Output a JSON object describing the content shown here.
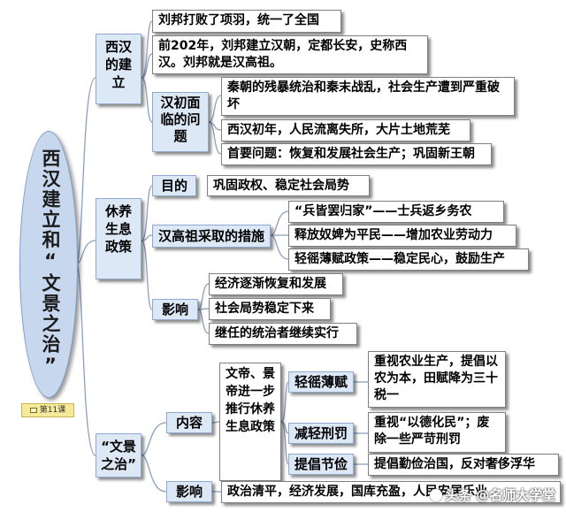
{
  "root": {
    "title": "西汉建立和“文景之治”",
    "tag": "第11课"
  },
  "branches": {
    "founding": {
      "label": "西汉的建立",
      "item1": "刘邦打败了项羽，统一了全国",
      "item2": "前202年，刘邦建立汉朝，定都长安，史称西汉。刘邦就是汉高祖。",
      "problems": {
        "label": "汉初面临的问题",
        "items": [
          "秦朝的残暴统治和秦末战乱，社会生产遭到严重破坏",
          "西汉初年，人民流离失所，大片土地荒芜",
          "首要问题：恢复和发展社会生产；巩固新王朝"
        ]
      }
    },
    "recovery": {
      "label": "休养生息政策",
      "purpose": {
        "label": "目的",
        "text": "巩固政权、稳定社会局势"
      },
      "measures": {
        "label": "汉高祖采取的措施",
        "items": [
          "“兵皆罢归家”——士兵返乡务农",
          "释放奴婢为平民——增加农业劳动力",
          "轻徭薄赋政策——稳定民心，鼓励生产"
        ]
      },
      "impact": {
        "label": "影响",
        "items": [
          "经济逐渐恢复和发展",
          "社会局势稳定下来",
          "继任的统治者继续实行"
        ]
      }
    },
    "wenjing": {
      "label": "“文景之治”",
      "content": {
        "label": "内容",
        "summary": "文帝、景帝进一步推行休养生息政策",
        "light_tax": {
          "label": "轻徭薄赋",
          "text": "重视农业生产，提倡以农为本，田赋降为三十税一"
        },
        "light_punish": {
          "label": "减轻刑罚",
          "text": "重视“以德化民”；废除一些严苛刑罚"
        },
        "frugal": {
          "label": "提倡节俭",
          "text": "提倡勤俭治国，反对奢侈浮华"
        }
      },
      "impact": {
        "label": "影响",
        "text": "政治清平，经济发展，国库充盈，人民安居乐业"
      }
    }
  },
  "watermark": "头条 @名师大学堂"
}
